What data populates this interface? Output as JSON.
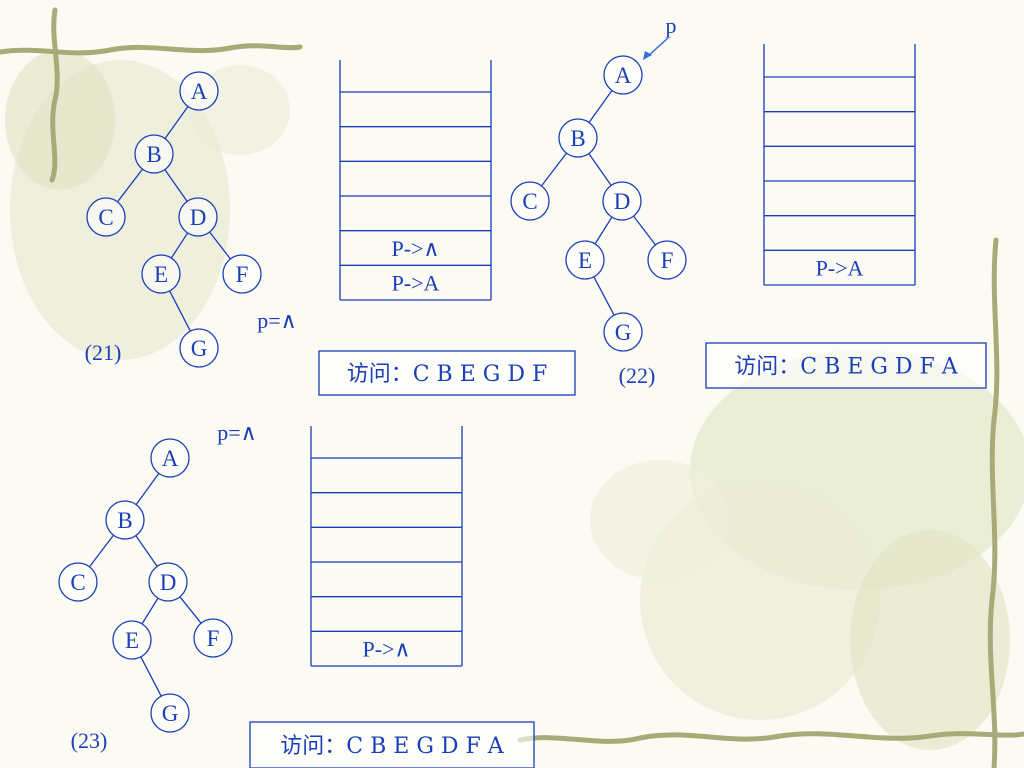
{
  "diagrams": [
    {
      "id": "21",
      "caption": "(21)",
      "pointer_label": "p=∧",
      "visit_text": "访问：C B E G D F",
      "tree": {
        "nodes": [
          "A",
          "B",
          "C",
          "D",
          "E",
          "F",
          "G"
        ],
        "edges": [
          [
            "A",
            "B"
          ],
          [
            "B",
            "C"
          ],
          [
            "B",
            "D"
          ],
          [
            "D",
            "E"
          ],
          [
            "D",
            "F"
          ],
          [
            "E",
            "G"
          ]
        ]
      },
      "stack": {
        "slots": 6,
        "entries_bottom_up": [
          "P->A",
          "P->∧"
        ]
      }
    },
    {
      "id": "22",
      "caption": "(22)",
      "pointer_label": "p",
      "pointer_target": "A",
      "visit_text": "访问：C B E G D F A",
      "tree": {
        "nodes": [
          "A",
          "B",
          "C",
          "D",
          "E",
          "F",
          "G"
        ],
        "edges": [
          [
            "A",
            "B"
          ],
          [
            "B",
            "C"
          ],
          [
            "B",
            "D"
          ],
          [
            "D",
            "E"
          ],
          [
            "D",
            "F"
          ],
          [
            "E",
            "G"
          ]
        ]
      },
      "stack": {
        "slots": 6,
        "entries_bottom_up": [
          "P->A"
        ]
      }
    },
    {
      "id": "23",
      "caption": "(23)",
      "pointer_label": "p=∧",
      "visit_text": "访问：C B E G D F A",
      "tree": {
        "nodes": [
          "A",
          "B",
          "C",
          "D",
          "E",
          "F",
          "G"
        ],
        "edges": [
          [
            "A",
            "B"
          ],
          [
            "B",
            "C"
          ],
          [
            "B",
            "D"
          ],
          [
            "D",
            "E"
          ],
          [
            "D",
            "F"
          ],
          [
            "E",
            "G"
          ]
        ]
      },
      "stack": {
        "slots": 6,
        "entries_bottom_up": [
          "P->∧"
        ]
      }
    }
  ],
  "colors": {
    "ink": "#1a3fb8",
    "background": "#fbfaf3",
    "decor_vine": "#a8ab78",
    "decor_leaves": "#e6e8cf"
  }
}
